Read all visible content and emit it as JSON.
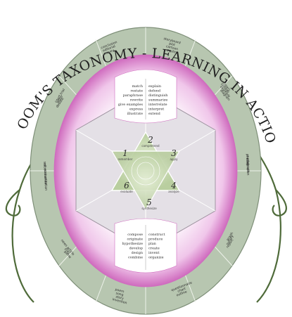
{
  "title": "BLOOM'S TAXONOMY - LEARNING IN ACTION",
  "stages": [
    {
      "num": "1",
      "name": "remember"
    },
    {
      "num": "2",
      "name": "comprehend"
    },
    {
      "num": "3",
      "name": "apply"
    },
    {
      "num": "4",
      "name": "analyze"
    },
    {
      "num": "5",
      "name": "synthesize"
    },
    {
      "num": "6",
      "name": "evaluate"
    }
  ],
  "top_panel": {
    "left": [
      "match",
      "restate",
      "paraphrase",
      "rewrite",
      "give examples",
      "express",
      "illustrate"
    ],
    "right": [
      "explain",
      "defend",
      "distinguish",
      "summarize",
      "interrelate",
      "interpret",
      "extend"
    ]
  },
  "bottom_panel": {
    "left": [
      "compose",
      "originate",
      "hypothesize",
      "develop",
      "design",
      "combine"
    ],
    "right": [
      "construct",
      "produce",
      "plan",
      "create",
      "invent",
      "organize"
    ]
  },
  "outer_notes": [
    [
      "storyboard",
      "plot",
      "cartoon",
      "poster"
    ],
    [
      "summary",
      "collage",
      "example",
      "diagram"
    ],
    [
      "model",
      "photograph",
      "illustration"
    ],
    [
      "graph",
      "survey",
      "report"
    ],
    [
      "questionnaire",
      "chart",
      "outline"
    ],
    [
      "poem",
      "song",
      "story",
      "invention"
    ],
    [
      "news article",
      "play",
      "game"
    ],
    [
      "self evaluation",
      "recommendation"
    ],
    [
      "court trial",
      "letter",
      "debate"
    ],
    [
      "conclusion",
      "editorial",
      "survey"
    ]
  ],
  "colors": {
    "outer": "#b7c6b0",
    "outer_edge": "#7e8f78",
    "pink": "#d36fc1",
    "inner": "#e4e0e6",
    "star": "#c9d9b4",
    "vine": "#4f6b3a"
  }
}
